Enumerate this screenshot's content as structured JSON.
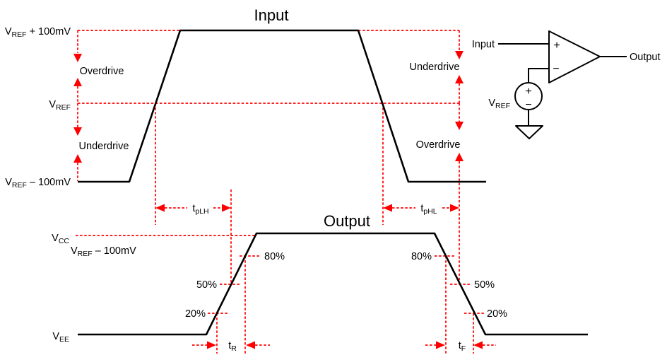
{
  "colors": {
    "annotation_red": "#ff0000",
    "waveform_black": "#000000",
    "background": "#ffffff"
  },
  "input_section": {
    "title": "Input",
    "high_level_label": {
      "base": "V",
      "sub": "REF",
      "rest": " + 100mV"
    },
    "ref_level_label": {
      "base": "V",
      "sub": "REF",
      "rest": ""
    },
    "low_level_label": {
      "base": "V",
      "sub": "REF",
      "rest": " – 100mV"
    },
    "left_top_annotation": "Overdrive",
    "left_bottom_annotation": "Underdrive",
    "right_top_annotation": "Underdrive",
    "right_bottom_annotation": "Overdrive"
  },
  "timing_labels": {
    "tplh": {
      "base": "t",
      "sub": "pLH"
    },
    "tphl": {
      "base": "t",
      "sub": "pHL"
    },
    "tr": {
      "base": "t",
      "sub": "R"
    },
    "tf": {
      "base": "t",
      "sub": "F"
    }
  },
  "output_section": {
    "title": "Output",
    "vcc_label": {
      "base": "V",
      "sub": "CC"
    },
    "vref_minus_label": {
      "base": "V",
      "sub": "REF",
      "rest": " – 100mV"
    },
    "vee_label": {
      "base": "V",
      "sub": "EE"
    },
    "pct_80": "80%",
    "pct_50": "50%",
    "pct_20": "20%"
  },
  "schematic": {
    "input_label": "Input",
    "output_label": "Output",
    "vref_label": {
      "base": "V",
      "sub": "REF"
    },
    "noninverting_sign": "+",
    "inverting_sign": "−",
    "source_plus_sign": "+",
    "source_minus_sign": "−"
  }
}
